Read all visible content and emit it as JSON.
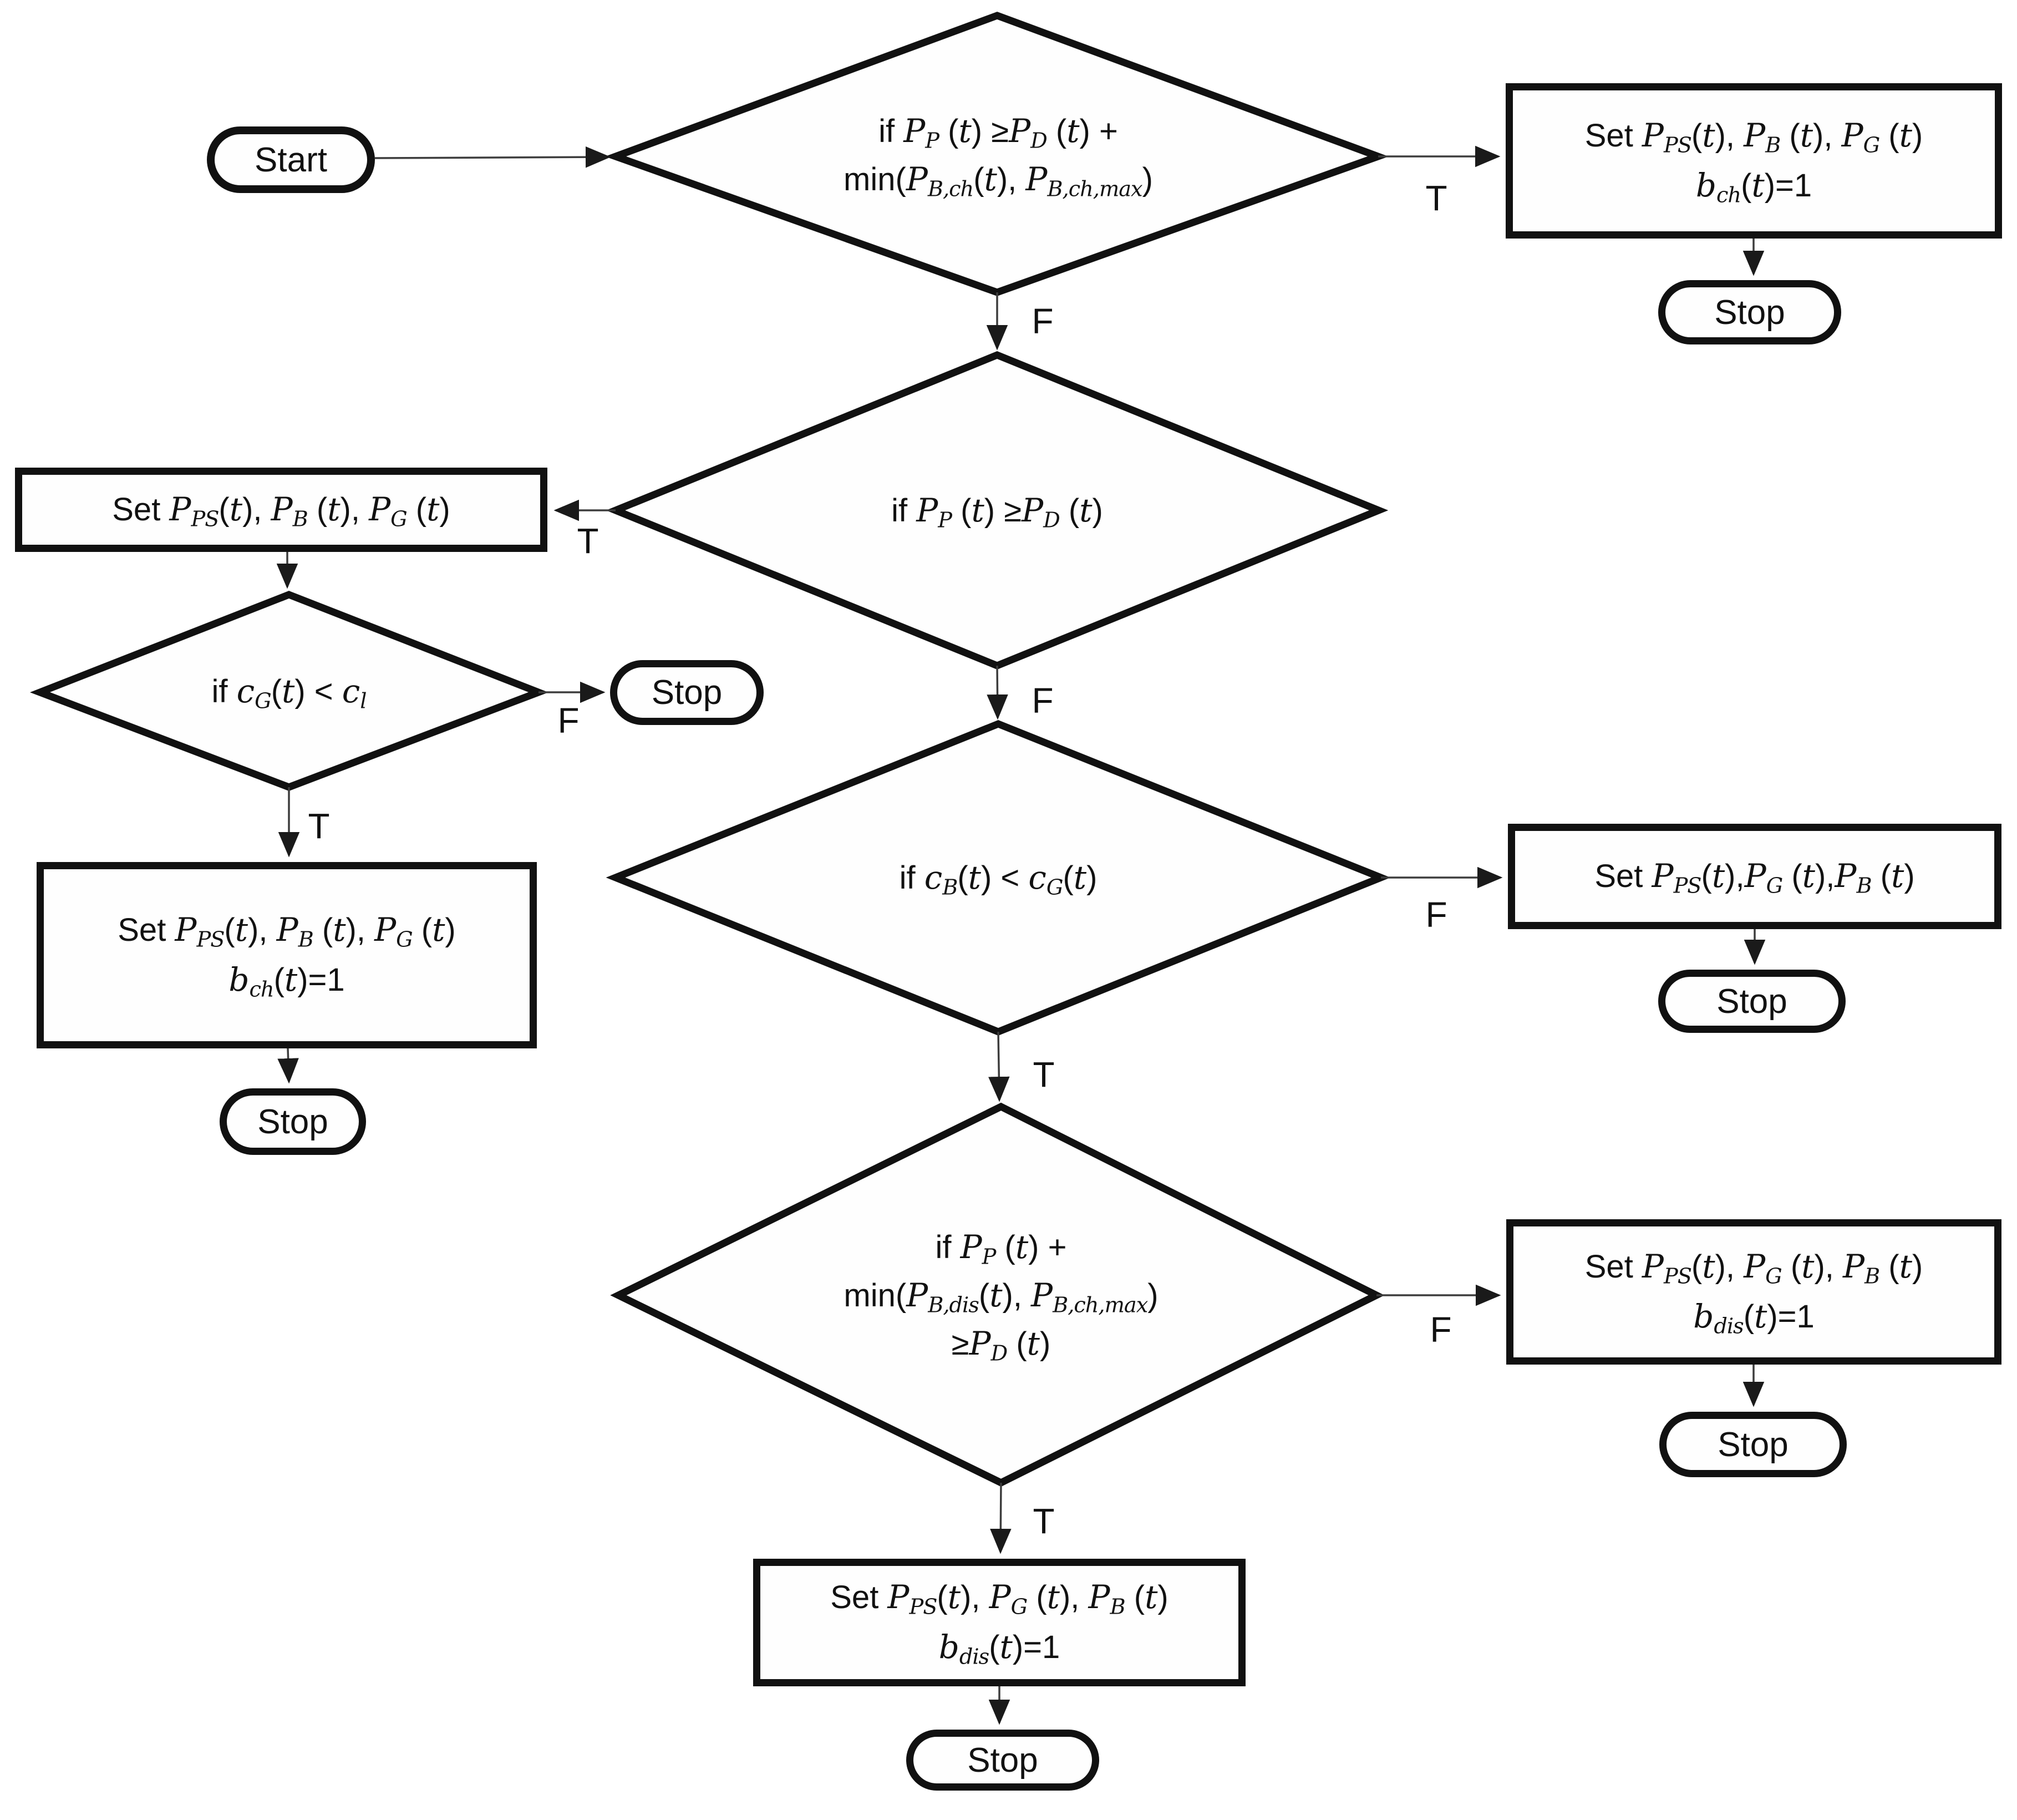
{
  "diagram": {
    "type": "flowchart",
    "colors": {
      "background": "#ffffff",
      "shape_stroke": "#111111",
      "connector": "#3d3d3d",
      "text": "#111111"
    },
    "nodes": {
      "start": {
        "type": "terminator",
        "label": "Start"
      },
      "decision_charge_surplus": {
        "type": "decision",
        "lines": [
          "if *P*_{P} (*t*) ≥*P*_{D} (*t*) +",
          "min(*P*_{B,ch}(*t*), *P*_{B,ch,max})"
        ]
      },
      "process_charge": {
        "type": "process",
        "lines": [
          "Set *P*_{PS}(*t*), *P*_{B} (*t*), *P*_{G} (*t*)",
          "*b*_{ch}(*t*)=1"
        ]
      },
      "stop_charge": {
        "type": "terminator",
        "label": "Stop"
      },
      "decision_pv_meets_demand": {
        "type": "decision",
        "lines": [
          "if *P*_{P} (*t*) ≥*P*_{D} (*t*)"
        ]
      },
      "process_set_powers_left": {
        "type": "process",
        "lines": [
          "Set *P*_{PS}(*t*),  *P*_{B} (*t*), *P*_{G} (*t*)"
        ]
      },
      "decision_grid_price_low": {
        "type": "decision",
        "lines": [
          "if *c*_{G}(*t*) < *c*_{l}"
        ]
      },
      "stop_grid_price": {
        "type": "terminator",
        "label": "Stop"
      },
      "process_grid_charge": {
        "type": "process",
        "lines": [
          "Set *P*_{PS}(*t*), *P*_{B} (*t*), *P*_{G} (*t*)",
          "*b*_{ch}(*t*)=1"
        ]
      },
      "stop_grid_charge": {
        "type": "terminator",
        "label": "Stop"
      },
      "decision_battery_cheaper": {
        "type": "decision",
        "lines": [
          "if *c*_{B}(*t*) < *c*_{G}(*t*)"
        ]
      },
      "process_grid_supply": {
        "type": "process",
        "lines": [
          "Set *P*_{PS}(*t*),*P*_{G} (*t*),*P*_{B} (*t*)"
        ]
      },
      "stop_grid_supply": {
        "type": "terminator",
        "label": "Stop"
      },
      "decision_discharge_capacity": {
        "type": "decision",
        "lines": [
          "if *P*_{P} (*t*) +",
          "min(*P*_{B,dis}(*t*), *P*_{B,ch,max})",
          "≥*P*_{D} (*t*)"
        ]
      },
      "process_discharge_grid": {
        "type": "process",
        "lines": [
          "Set *P*_{PS}(*t*), *P*_{G} (*t*), *P*_{B} (*t*)",
          "*b*_{dis}(*t*)=1"
        ]
      },
      "stop_discharge_grid": {
        "type": "terminator",
        "label": "Stop"
      },
      "process_discharge": {
        "type": "process",
        "lines": [
          "Set *P*_{PS}(*t*), *P*_{G} (*t*), *P*_{B} (*t*)",
          "*b*_{dis}(*t*)=1"
        ]
      },
      "stop_discharge": {
        "type": "terminator",
        "label": "Stop"
      }
    },
    "branch_labels": {
      "d1_T": "T",
      "d1_F": "F",
      "d2_T": "T",
      "d2_F": "F",
      "cg_T": "T",
      "cg_F": "F",
      "d3_T": "T",
      "d3_F": "F",
      "d4_T": "T",
      "d4_F": "F"
    }
  }
}
